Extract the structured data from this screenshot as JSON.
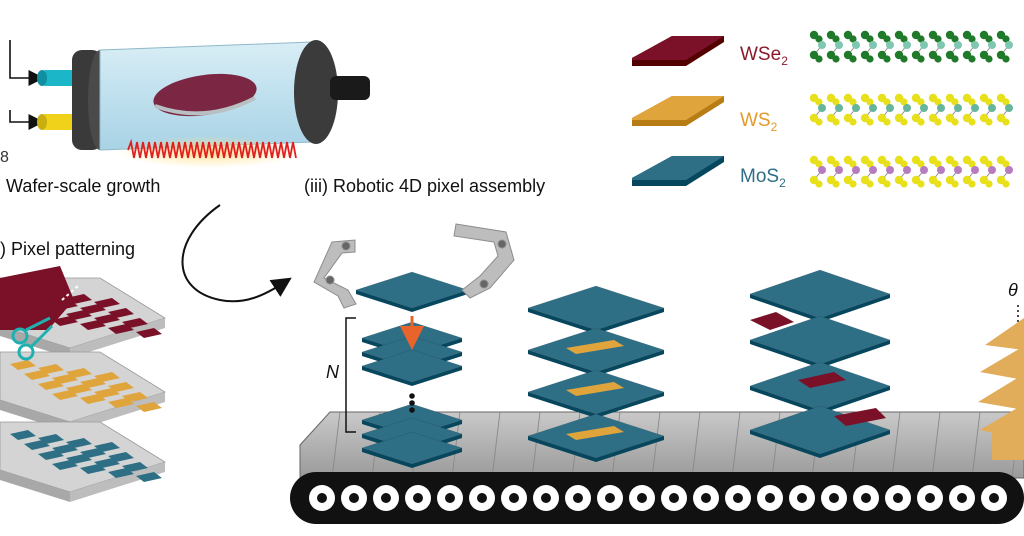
{
  "labels": {
    "growth": "Wafer-scale growth",
    "assembly": "(iii) Robotic 4D pixel assembly",
    "patterning": ") Pixel patterning",
    "stack_count": "N",
    "angle": "θ"
  },
  "legend": [
    {
      "base": "WSe",
      "sub": "2",
      "color": "#7a1128",
      "text_color": "#8b1a2b"
    },
    {
      "base": "WS",
      "sub": "2",
      "color": "#e0a43c",
      "text_color": "#e29a2a"
    },
    {
      "base": "MoS",
      "sub": "2",
      "color": "#2f6f86",
      "text_color": "#2f6f86"
    }
  ],
  "icons": [
    "tube-furnace-icon",
    "heater-coil-icon",
    "scissors-icon",
    "robotic-gripper-icon",
    "conveyor-belt-icon",
    "crystal-lattice-icon"
  ],
  "colors": {
    "wse2": "#7a1128",
    "ws2": "#e0a43c",
    "mos2": "#2f6f86",
    "heater": "#e02020",
    "arrow": "#e8642a"
  }
}
